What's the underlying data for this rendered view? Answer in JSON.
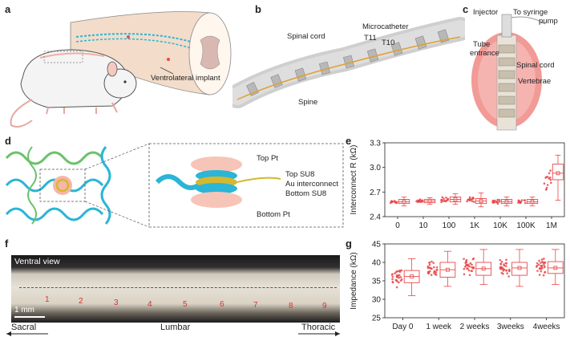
{
  "panels": {
    "a": "a",
    "b": "b",
    "c": "c",
    "d": "d",
    "e": "e",
    "f": "f",
    "g": "g"
  },
  "panel_a": {
    "implant_label": "Ventrolateral implant"
  },
  "panel_b": {
    "labels": {
      "spinal_cord": "Spinal cord",
      "microcatheter": "Microcatheter",
      "t11": "T11",
      "t10": "T10",
      "spine": "Spine"
    }
  },
  "panel_c": {
    "labels": {
      "injector": "Injector",
      "syringe": "To syringe",
      "pump": "pump",
      "tube1": "Tube",
      "tube2": "entrance",
      "spinal_cord": "Spinal cord",
      "vertebrae": "Vertebrae"
    }
  },
  "panel_d": {
    "labels": {
      "top_pt": "Top Pt",
      "top_su8": "Top SU8",
      "au": "Au interconnect",
      "bottom_su8": "Bottom SU8",
      "bottom_pt": "Bottom Pt"
    }
  },
  "panel_f": {
    "view_label": "Ventral view",
    "scale_label": "1 mm",
    "electrodes": [
      "1",
      "2",
      "3",
      "4",
      "5",
      "6",
      "7",
      "8",
      "9"
    ],
    "sacral": "Sacral",
    "lumbar": "Lumbar",
    "thoracic": "Thoracic"
  },
  "chart_data": [
    {
      "type": "box",
      "ylabel": "Interconnect R (kΩ)",
      "xlabel": "",
      "categories": [
        "0",
        "10",
        "100",
        "1K",
        "10K",
        "100K",
        "1M"
      ],
      "ylim": [
        2.4,
        3.3
      ],
      "yticks": [
        "2.4",
        "2.7",
        "3.0",
        "3.3"
      ],
      "boxes": [
        {
          "min": 2.53,
          "q1": 2.56,
          "median": 2.58,
          "q3": 2.61,
          "max": 2.64,
          "mean": 2.58
        },
        {
          "min": 2.55,
          "q1": 2.57,
          "median": 2.59,
          "q3": 2.61,
          "max": 2.63,
          "mean": 2.59
        },
        {
          "min": 2.55,
          "q1": 2.58,
          "median": 2.61,
          "q3": 2.64,
          "max": 2.68,
          "mean": 2.61
        },
        {
          "min": 2.52,
          "q1": 2.56,
          "median": 2.59,
          "q3": 2.62,
          "max": 2.69,
          "mean": 2.59
        },
        {
          "min": 2.53,
          "q1": 2.56,
          "median": 2.58,
          "q3": 2.61,
          "max": 2.64,
          "mean": 2.58
        },
        {
          "min": 2.53,
          "q1": 2.56,
          "median": 2.58,
          "q3": 2.61,
          "max": 2.64,
          "mean": 2.58
        },
        {
          "min": 2.6,
          "q1": 2.85,
          "median": 2.93,
          "q3": 3.04,
          "max": 3.15,
          "mean": 2.93
        }
      ]
    },
    {
      "type": "box",
      "ylabel": "Impedance (kΩ)",
      "xlabel": "",
      "categories": [
        "Day 0",
        "1 week",
        "2 weeks",
        "3weeks",
        "4weeks"
      ],
      "ylim": [
        25,
        45
      ],
      "yticks": [
        "25",
        "30",
        "35",
        "40",
        "45"
      ],
      "boxes": [
        {
          "min": 31,
          "q1": 34.5,
          "median": 36.2,
          "q3": 37.8,
          "max": 41,
          "mean": 36.2
        },
        {
          "min": 33.5,
          "q1": 36,
          "median": 38,
          "q3": 40,
          "max": 43,
          "mean": 38
        },
        {
          "min": 34,
          "q1": 36.5,
          "median": 38.3,
          "q3": 40,
          "max": 43.5,
          "mean": 38.3
        },
        {
          "min": 33.5,
          "q1": 36.5,
          "median": 38.5,
          "q3": 40,
          "max": 43.5,
          "mean": 38.5
        },
        {
          "min": 34,
          "q1": 37,
          "median": 38.5,
          "q3": 40.2,
          "max": 43.5,
          "mean": 38.5
        }
      ]
    }
  ],
  "colors": {
    "accent": "#e8484a",
    "cyan": "#2bb5d6",
    "green": "#6ac26a",
    "gold": "#d4b830"
  }
}
